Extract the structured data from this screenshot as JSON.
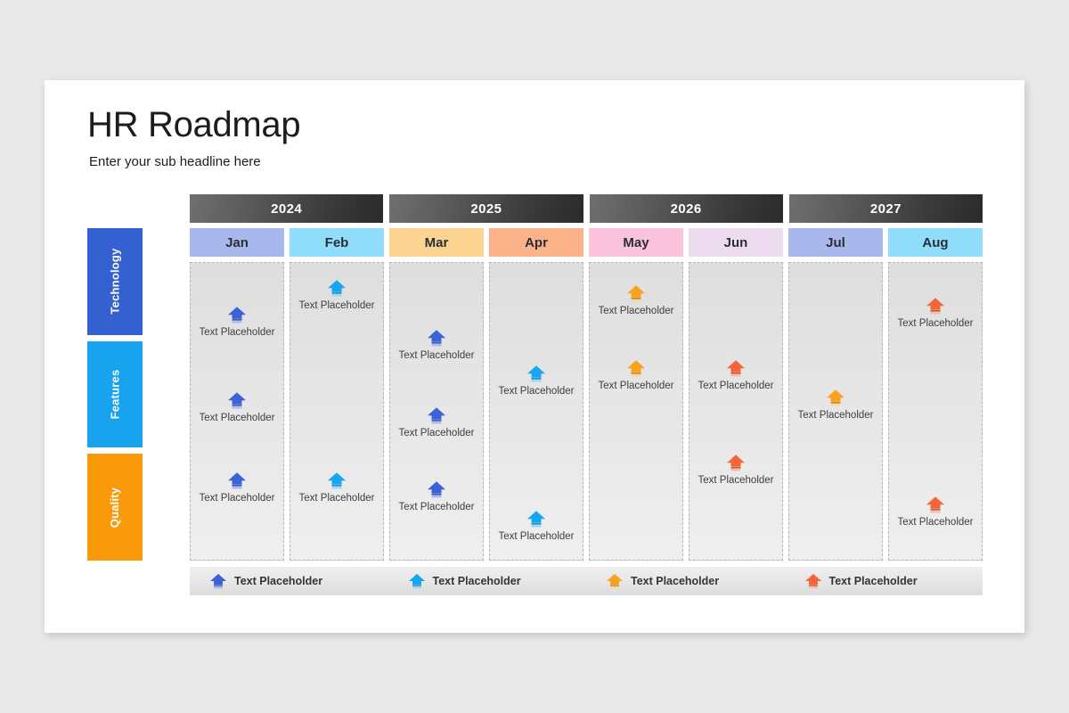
{
  "slide": {
    "title": "HR Roadmap",
    "subtitle": "Enter your sub headline here"
  },
  "palette": {
    "background": "#e9e9e9",
    "card": "#ffffff",
    "year_bar_light": "#6f6f6f",
    "year_bar_dark": "#2b2b2b",
    "arrow_blue": "#3b63d8",
    "arrow_lightblue": "#16a7f0",
    "arrow_orange": "#f9a21b",
    "arrow_red": "#f4663a",
    "cat_technology": "#3560d0",
    "cat_features": "#18a3ef",
    "cat_quality": "#f99a0b",
    "column_fill": "#e4e4e4",
    "column_border": "#b4b4b4"
  },
  "years": [
    {
      "label": "2024"
    },
    {
      "label": "2025"
    },
    {
      "label": "2026"
    },
    {
      "label": "2027"
    }
  ],
  "months": [
    {
      "label": "Jan",
      "color": "#a9b8ec"
    },
    {
      "label": "Feb",
      "color": "#8fdcfb"
    },
    {
      "label": "Mar",
      "color": "#fbd491"
    },
    {
      "label": "Apr",
      "color": "#fbb288"
    },
    {
      "label": "May",
      "color": "#fbc2dc"
    },
    {
      "label": "Jun",
      "color": "#eddcf0"
    },
    {
      "label": "Jul",
      "color": "#a9b8ec"
    },
    {
      "label": "Aug",
      "color": "#8fdcfb"
    }
  ],
  "categories": [
    {
      "label": "Technology",
      "color": "#3560d0"
    },
    {
      "label": "Features",
      "color": "#18a3ef"
    },
    {
      "label": "Quality",
      "color": "#f99a0b"
    }
  ],
  "columns": [
    {
      "month": "Jan",
      "milestones": [
        {
          "text": "Text Placeholder",
          "color": "#3b63d8",
          "top_pct": 20
        },
        {
          "text": "Text Placeholder",
          "color": "#3b63d8",
          "top_pct": 49
        },
        {
          "text": "Text Placeholder",
          "color": "#3b63d8",
          "top_pct": 76
        }
      ]
    },
    {
      "month": "Feb",
      "milestones": [
        {
          "text": "Text Placeholder",
          "color": "#16a7f0",
          "top_pct": 11
        },
        {
          "text": "Text Placeholder",
          "color": "#16a7f0",
          "top_pct": 76
        }
      ]
    },
    {
      "month": "Mar",
      "milestones": [
        {
          "text": "Text Placeholder",
          "color": "#3b63d8",
          "top_pct": 28
        },
        {
          "text": "Text Placeholder",
          "color": "#3b63d8",
          "top_pct": 54
        },
        {
          "text": "Text Placeholder",
          "color": "#3b63d8",
          "top_pct": 79
        }
      ]
    },
    {
      "month": "Apr",
      "milestones": [
        {
          "text": "Text Placeholder",
          "color": "#16a7f0",
          "top_pct": 40
        },
        {
          "text": "Text Placeholder",
          "color": "#16a7f0",
          "top_pct": 89
        }
      ]
    },
    {
      "month": "May",
      "milestones": [
        {
          "text": "Text Placeholder",
          "color": "#f9a21b",
          "top_pct": 13
        },
        {
          "text": "Text Placeholder",
          "color": "#f9a21b",
          "top_pct": 38
        }
      ]
    },
    {
      "month": "Jun",
      "milestones": [
        {
          "text": "Text Placeholder",
          "color": "#f4663a",
          "top_pct": 38
        },
        {
          "text": "Text Placeholder",
          "color": "#f4663a",
          "top_pct": 70
        }
      ]
    },
    {
      "month": "Jul",
      "milestones": [
        {
          "text": "Text Placeholder",
          "color": "#f9a21b",
          "top_pct": 48
        }
      ]
    },
    {
      "month": "Aug",
      "milestones": [
        {
          "text": "Text Placeholder",
          "color": "#f4663a",
          "top_pct": 17
        },
        {
          "text": "Text Placeholder",
          "color": "#f4663a",
          "top_pct": 84
        }
      ]
    }
  ],
  "legend": [
    {
      "text": "Text Placeholder",
      "color": "#3b63d8"
    },
    {
      "text": "Text Placeholder",
      "color": "#16a7f0"
    },
    {
      "text": "Text Placeholder",
      "color": "#f9a21b"
    },
    {
      "text": "Text Placeholder",
      "color": "#f4663a"
    }
  ]
}
